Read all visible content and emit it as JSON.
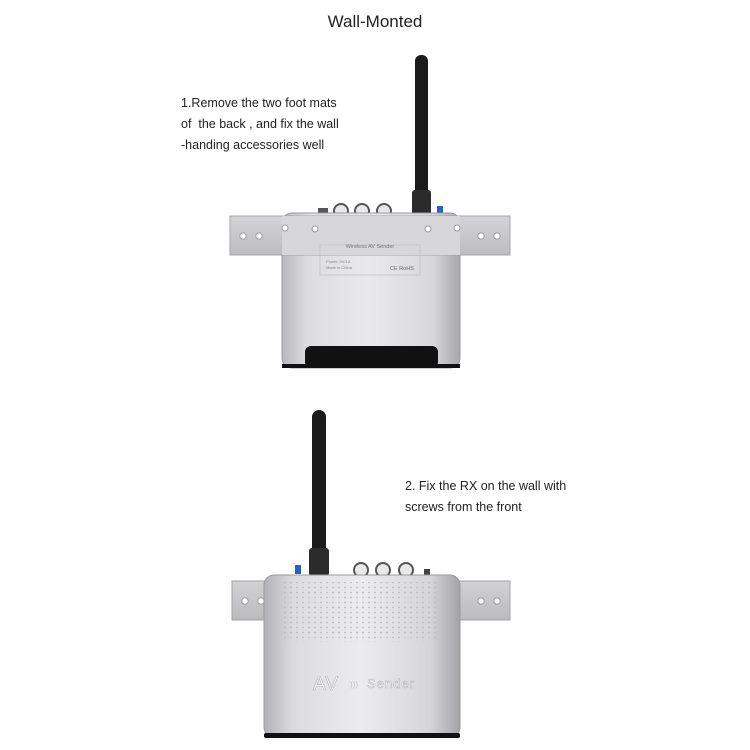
{
  "page": {
    "title": "Wall-Monted"
  },
  "step1": {
    "line1": "1.Remove the two foot mats",
    "line2": "of  the back , and fix the wall",
    "line3": "-handing accessories well",
    "label_text": "Wireless AV Sender",
    "small_text_1": "Power: 5V/1A",
    "small_text_2": "Made in China",
    "cert_marks": "CE RoHS"
  },
  "step2": {
    "line1": "2. Fix the RX on the wall with",
    "line2": "screws from the front",
    "brand": "AV",
    "brand_suffix": "Sender"
  },
  "colors": {
    "bracket": "#c9c9cb",
    "body_light": "#e4e4e6",
    "body_dark": "#a9a9ad",
    "antenna": "#1a1a1a",
    "accent_blue": "#2a5fc4"
  }
}
